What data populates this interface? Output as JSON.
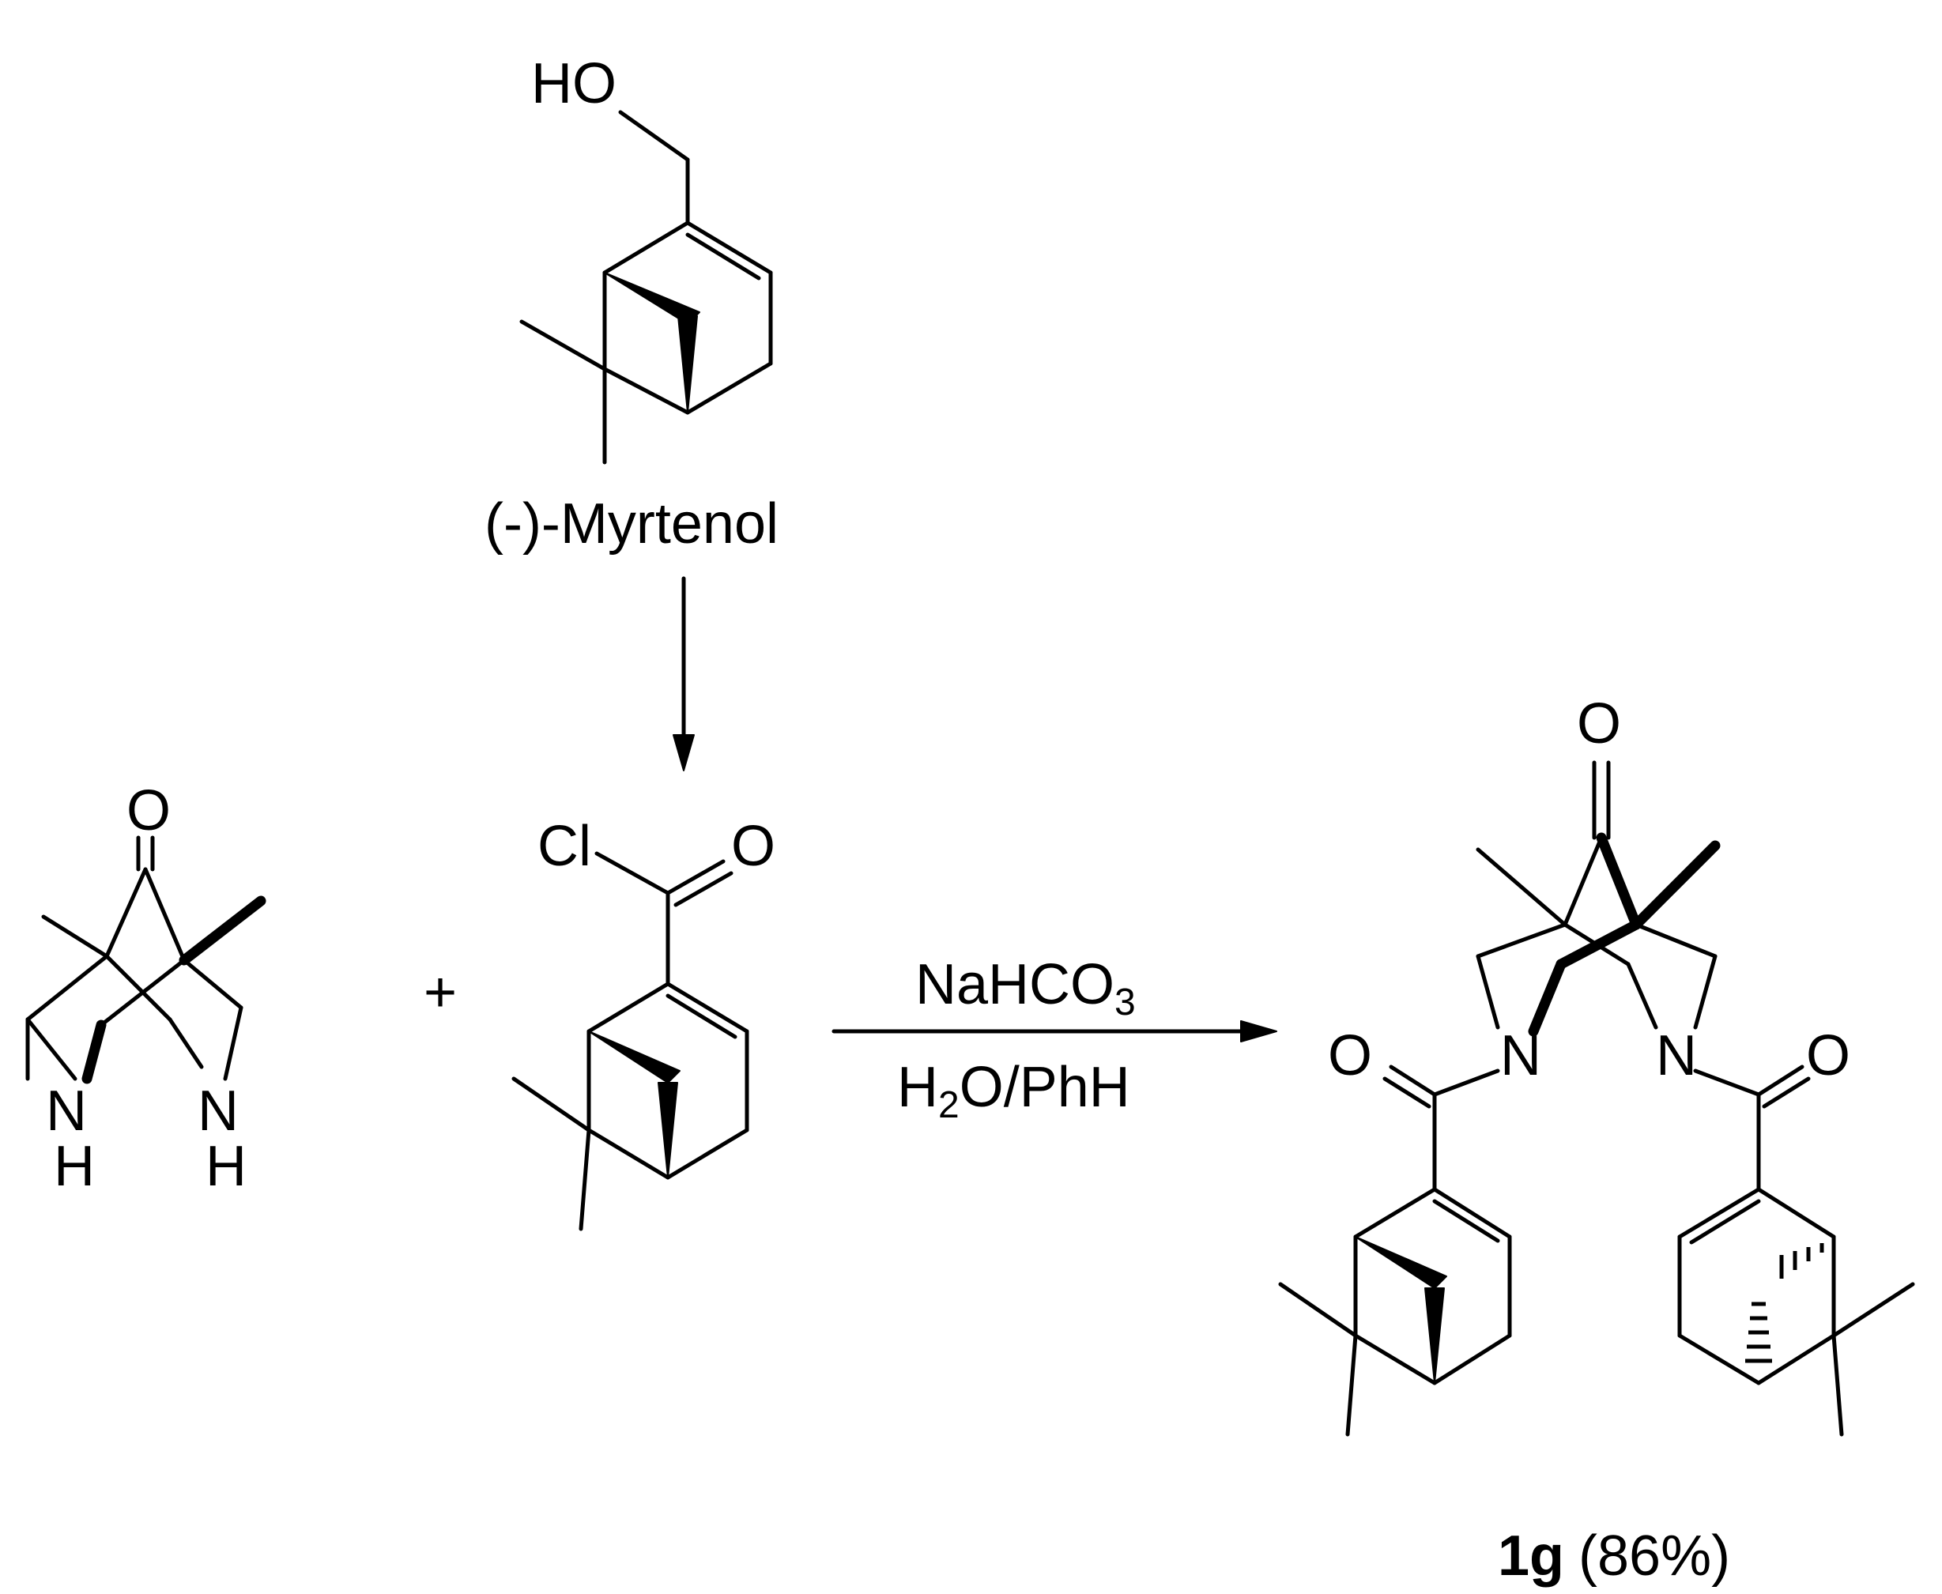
{
  "myrtenol": {
    "oh_label": "HO",
    "name": "(-)-Myrtenol"
  },
  "diamine": {
    "o_label": "O",
    "n1_label": "N",
    "h1_label": "H",
    "n2_label": "N",
    "h2_label": "H"
  },
  "plus": "+",
  "acid_chloride": {
    "cl_label": "Cl",
    "o_label": "O"
  },
  "conditions": {
    "reagent_main": "NaHCO",
    "reagent_sub": "3",
    "solvent_pre": "H",
    "solvent_sub": "2",
    "solvent_post": "O/PhH"
  },
  "product": {
    "o_top": "O",
    "o_left": "O",
    "n_left": "N",
    "n_right": "N",
    "o_right": "O",
    "compound_id": "1g",
    "yield": "(86%)"
  }
}
